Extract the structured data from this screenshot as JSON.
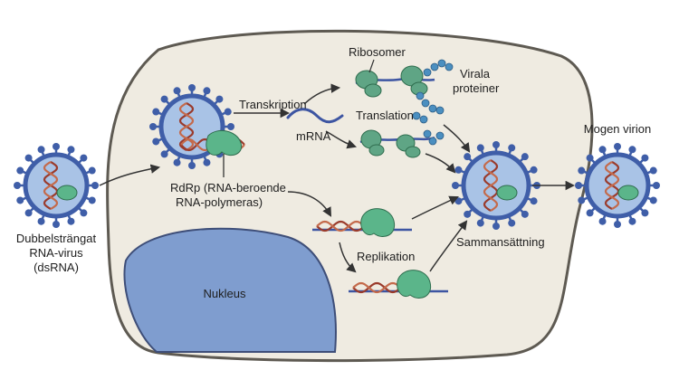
{
  "labels": {
    "dsrna_virus": [
      "Dubbelsträngat",
      "RNA-virus",
      "(dsRNA)"
    ],
    "transcription": "Transkription",
    "mrna": "mRNA",
    "ribosomes": "Ribosomer",
    "translation": "Translation",
    "viral_proteins": [
      "Virala",
      "proteiner"
    ],
    "rdrp": [
      "RdRp (RNA-beroende",
      "RNA-polymeras)"
    ],
    "replication": "Replikation",
    "assembly": "Sammansättning",
    "nucleus": "Nukleus",
    "mature_virion": "Mogen virion"
  },
  "colors": {
    "cytoplasm": "#efebe1",
    "cell_membrane": "#5e5a52",
    "nucleus": "#7f9dcf",
    "virion_fill": "#a9c3e6",
    "virion_shell": "#3f5ea8",
    "rna_strand_1": "#9a3b2c",
    "rna_strand_2": "#c46a4b",
    "rdrp_enzyme": "#5bb58a",
    "ribosome": "#5fa585",
    "mrna": "#3d55a2",
    "protein_bead": "#4b8fc0",
    "arrow": "#333333"
  }
}
